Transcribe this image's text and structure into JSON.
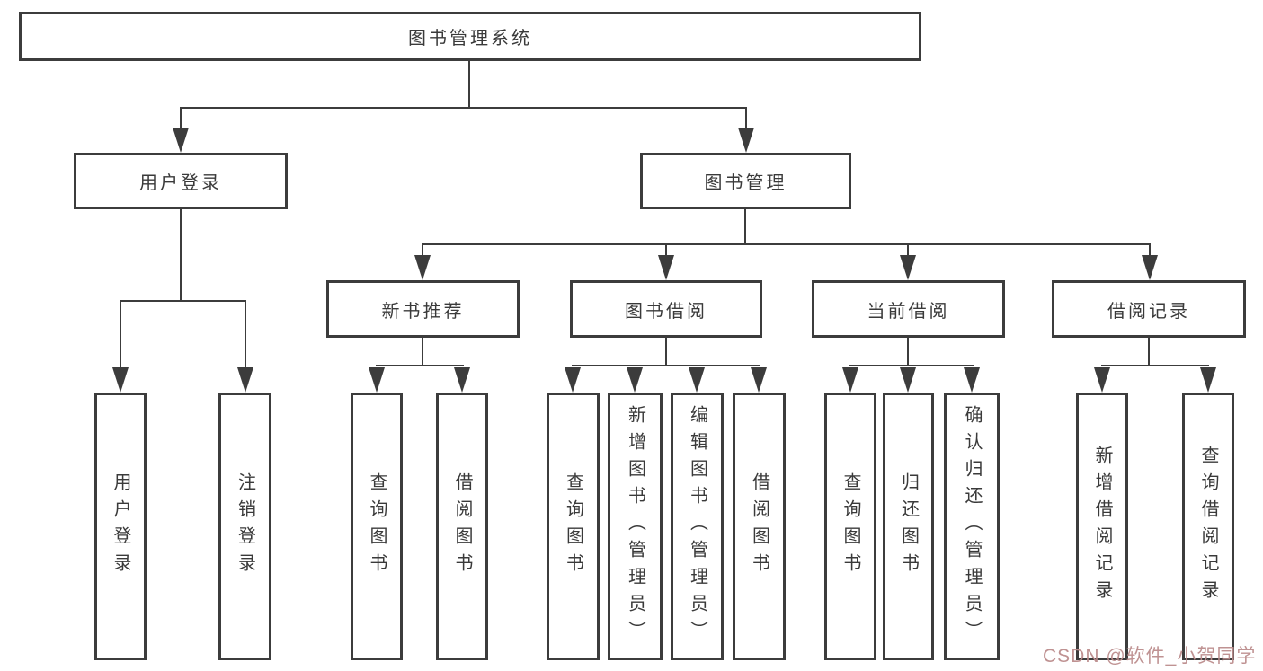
{
  "diagram_type": "hierarchy-tree",
  "colors": {
    "line": "#3c3c3c",
    "text": "#3a3a3a",
    "box_background": "#ffffff",
    "watermark": "#bc8c8c"
  },
  "tree": {
    "root": "图书管理系统",
    "branches": [
      {
        "label": "用户登录",
        "children": [
          "用户登录",
          "注销登录"
        ]
      },
      {
        "label": "图书管理",
        "sections": [
          {
            "label": "新书推荐",
            "children": [
              "查询图书",
              "借阅图书"
            ]
          },
          {
            "label": "图书借阅",
            "children": [
              "查询图书",
              "新增图书（管理员）",
              "编辑图书（管理员）",
              "借阅图书"
            ]
          },
          {
            "label": "当前借阅",
            "children": [
              "查询图书",
              "归还图书",
              "确认归还（管理员）"
            ]
          },
          {
            "label": "借阅记录",
            "children": [
              "新增借阅记录",
              "查询借阅记录"
            ]
          }
        ]
      }
    ]
  },
  "watermark": {
    "text": "CSDN @软件_小贺同学"
  }
}
